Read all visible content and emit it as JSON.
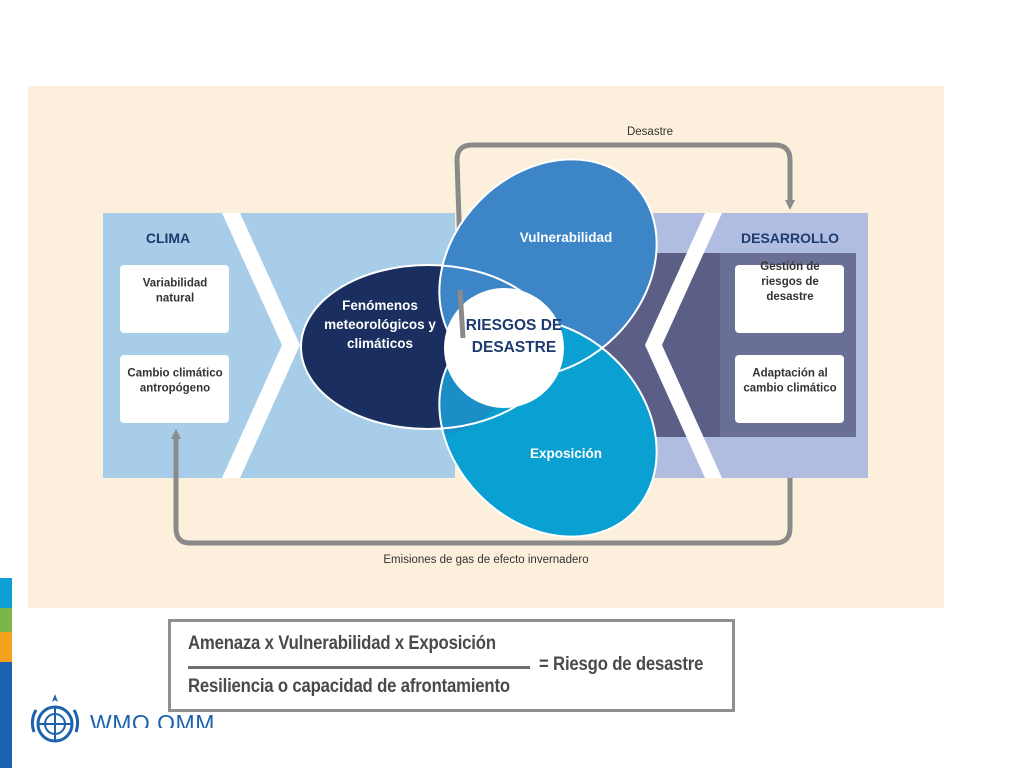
{
  "diagram": {
    "top_label": "Desastre",
    "bottom_label": "Emisiones de gas de efecto invernadero",
    "clima": {
      "title": "CLIMA",
      "boxes": [
        "Variabilidad natural",
        "Cambio climático antropógeno"
      ]
    },
    "desarrollo": {
      "title": "DESARROLLO",
      "boxes": [
        "Gestión de riesgos de desastre",
        "Adaptación al cambio climático"
      ]
    },
    "petals": {
      "hazard": "Fenómenos meteorológicos y climáticos",
      "vulnerability": "Vulnerabilidad",
      "exposure": "Exposición"
    },
    "center": "RIESGOS DE DESASTRE"
  },
  "formula": {
    "numerator": "Amenaza x Vulnerabilidad x Exposición",
    "denominator": "Resiliencia o capacidad de afrontamiento",
    "result": "= Riesgo de desastre"
  },
  "logo": {
    "text": "WMO OMM"
  },
  "colors": {
    "panel": "#fcefdc",
    "clima_band": "#a8cde8",
    "desarrollo_band": "#b1bde0",
    "desarrollo_dark": "#5b5f86",
    "hazard": "#1a2f5f",
    "vulnerability": "#3c86c8",
    "exposure": "#0aa1d2",
    "arrow": "#8a8a8a",
    "sidebar": [
      "#0e9fd3",
      "#7ab648",
      "#f4a21e",
      "#1c62ae"
    ]
  }
}
